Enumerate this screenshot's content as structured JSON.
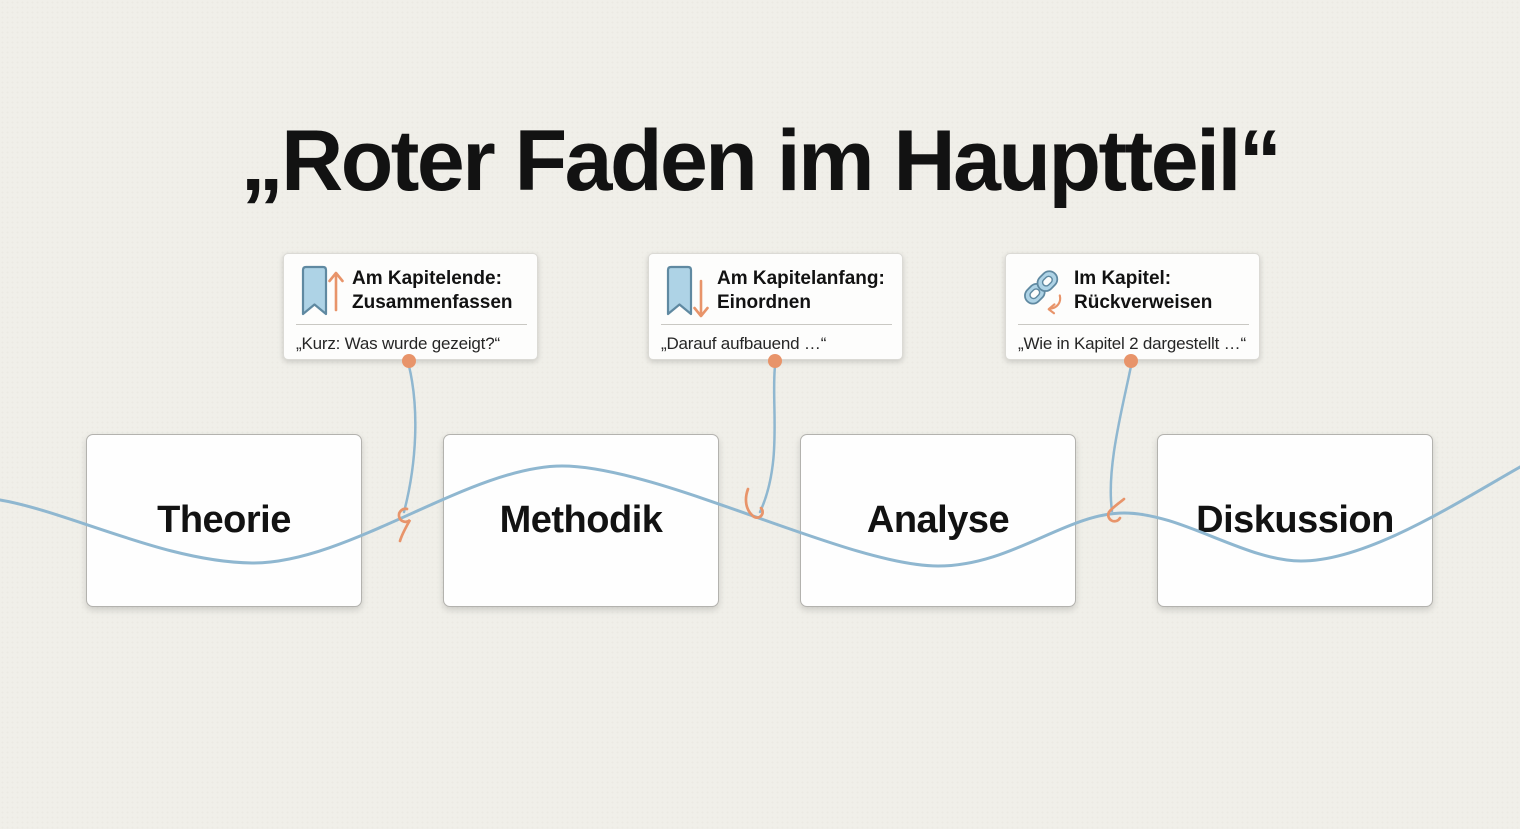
{
  "title": "„Roter Faden im Hauptteil“",
  "colors": {
    "background": "#f0efe9",
    "thread_blue": "#8fb7d0",
    "accent_orange": "#e8946a",
    "icon_blue_fill": "#aed3e6",
    "icon_blue_stroke": "#5f89a1",
    "card_bg": "#fdfdfc",
    "box_bg": "#fefefe",
    "box_border": "#b3b2ae",
    "text_dark": "#121212"
  },
  "annotation_cards": [
    {
      "icon": "bookmark-arrow-up-icon",
      "title_line1": "Am Kapitelende:",
      "title_line2": "Zusammenfassen",
      "quote": "„Kurz: Was wurde gezeigt?“"
    },
    {
      "icon": "bookmark-arrow-down-icon",
      "title_line1": "Am Kapitelanfang:",
      "title_line2": "Einordnen",
      "quote": "„Darauf aufbauend …“"
    },
    {
      "icon": "link-back-icon",
      "title_line1": "Im Kapitel:",
      "title_line2": "Rückverweisen",
      "quote": "„Wie in Kapitel 2 dargestellt …“"
    }
  ],
  "chapters": [
    {
      "label": "Theorie"
    },
    {
      "label": "Methodik"
    },
    {
      "label": "Analyse"
    },
    {
      "label": "Diskussion"
    }
  ]
}
